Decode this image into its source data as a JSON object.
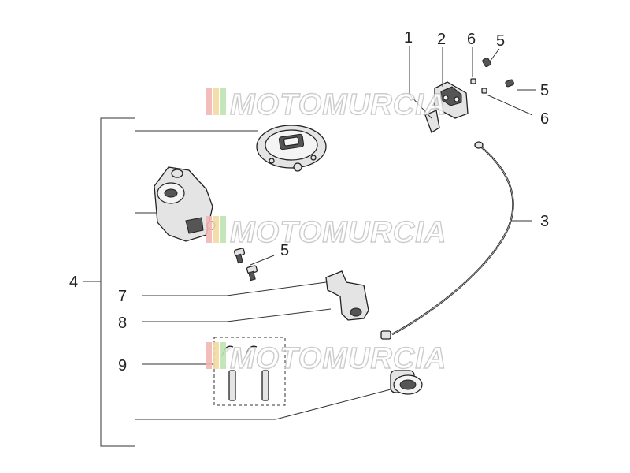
{
  "callouts": {
    "c1": "1",
    "c2": "2",
    "c3": "3",
    "c4": "4",
    "c5a": "5",
    "c5b": "5",
    "c5c": "5",
    "c6a": "6",
    "c6b": "6",
    "c7": "7",
    "c8": "8",
    "c9": "9"
  },
  "watermark": {
    "text": "MOTOMURCIA",
    "stripe_colors": [
      "#f2b6b6",
      "#f4d9a0",
      "#bfe3b0"
    ]
  },
  "colors": {
    "line": "#333333",
    "part_fill": "#e4e4e4",
    "part_dark": "#555555"
  }
}
